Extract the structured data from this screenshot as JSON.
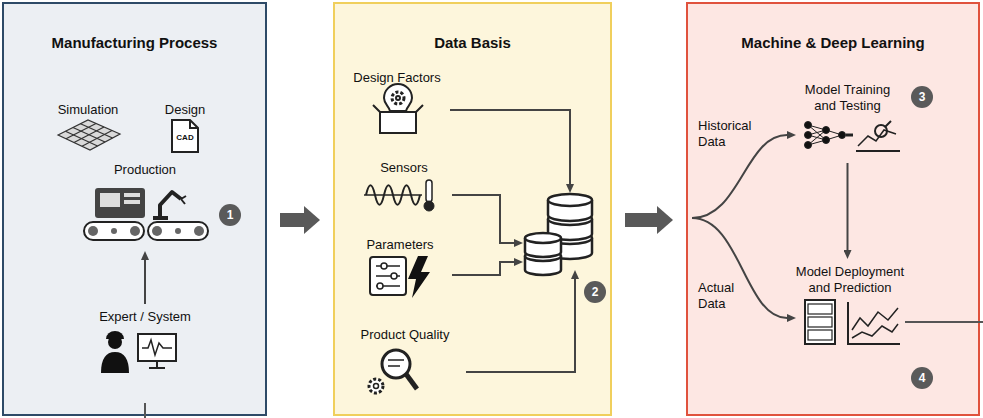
{
  "diagram": {
    "nodes": [
      {
        "text": [
          "Manufacturing Process"
        ]
      },
      {
        "text": [
          "Simulation"
        ],
        "in": 0
      },
      {
        "text": [
          "Design"
        ],
        "in": 0
      },
      {
        "text": [
          "Production"
        ],
        "in": 0
      },
      {
        "text": [
          "Expert / System"
        ],
        "in": 0
      },
      {
        "text": [
          "Data Basis"
        ]
      },
      {
        "text": [
          "Design Factors"
        ],
        "in": 5
      },
      {
        "text": [
          "Sensors"
        ],
        "in": 5
      },
      {
        "text": [
          "Parameters"
        ],
        "in": 5
      },
      {
        "text": [
          "Product Quality"
        ],
        "in": 5
      },
      {
        "text": [
          "Machine & Deep Learning"
        ]
      },
      {
        "text": [
          "Model Training and Testing"
        ],
        "in": 10
      },
      {
        "text": [
          "Model Deployment and Prediction"
        ],
        "in": 10
      }
    ],
    "edges": [
      {
        "from": 4,
        "to": 3,
        "arrow": "to"
      },
      {
        "from": 0,
        "to": 5,
        "arrow": "to"
      },
      {
        "from": 5,
        "to": 10,
        "arrow": "to"
      },
      {
        "from": 11,
        "to": 12,
        "arrow": "to"
      }
    ],
    "labels": [
      "CAD",
      "1",
      "2",
      "Historical Data",
      "3",
      "Actual Data",
      "4"
    ]
  }
}
